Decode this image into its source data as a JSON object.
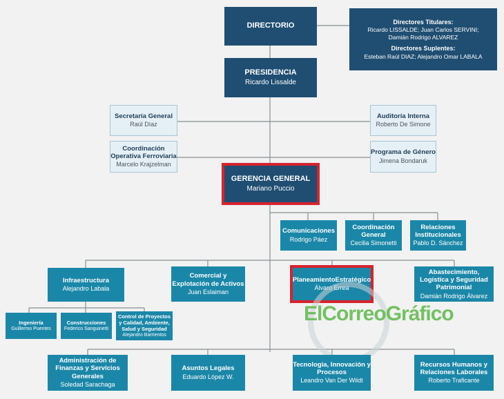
{
  "directorio": {
    "title": "DIRECTORIO",
    "titulares_heading": "Directores Titulares:",
    "titulares_line1": "Ricardo LISSALDE; Juan Carlos SERVINI;",
    "titulares_line2": "Damián Rodrigo ALVAREZ",
    "suplentes_heading": "Directores Suplentes:",
    "suplentes_line": "Esteban Raúl DIAZ; Alejandro Omar LABALA"
  },
  "presidencia": {
    "title": "PRESIDENCIA",
    "name": "Ricardo Lissalde"
  },
  "secretaria": {
    "title": "Secretaría General",
    "name": "Raúl Díaz"
  },
  "coordinacion_operativa": {
    "title": "Coordinación Operativa Ferroviaria",
    "name": "Marcelo Krajzelman"
  },
  "auditoria": {
    "title": "Auditoría Interna",
    "name": "Roberto De Simone"
  },
  "genero": {
    "title": "Programa de Género",
    "name": "Jimena Bondaruk"
  },
  "gerencia": {
    "title": "GERENCIA GENERAL",
    "name": "Mariano Puccio"
  },
  "comunicaciones": {
    "title": "Comunicaciones",
    "name": "Rodrigo Páez"
  },
  "coordinacion_general": {
    "title": "Coordinación General",
    "name": "Cecilia Simonetti"
  },
  "relaciones_inst": {
    "title": "Relaciones Institucionales",
    "name": "Pablo D. Sánchez"
  },
  "infraestructura": {
    "title": "Infraestructura",
    "name": "Alejandro Labala"
  },
  "comercial": {
    "title": "Comercial y Explotación de Activos",
    "name": "Juan Eslaiman"
  },
  "planeamiento": {
    "title": "PlaneamientoEstratégico",
    "name": "Álvaro Errea"
  },
  "abastecimiento": {
    "title": "Abastecimiento, Logística y Seguridad Patrimonial",
    "name": "Damián Rodrigo Álvarez"
  },
  "ingenieria": {
    "title": "Ingeniería",
    "name": "Guillermo Puentes"
  },
  "construcciones": {
    "title": "Construcciones",
    "name": "Federico Sanguinetti"
  },
  "control": {
    "title": "Control de Proyectos y Calidad, Ambiente, Salud y Seguridad",
    "name": "Alejandro Barrientos"
  },
  "administracion": {
    "title": "Administración de Finanzas y Servicios Generales",
    "name": "Soledad Sarachaga"
  },
  "legales": {
    "title": "Asuntos Legales",
    "name": "Eduardo López W."
  },
  "tecnologia": {
    "title": "Tecnología, Innovación y Procesos",
    "name": "Leandro Van Der Wildt"
  },
  "rrhh": {
    "title": "Recursos Humanos y Relaciones Laborales",
    "name": "Roberto Traficante"
  },
  "watermark": "ElCorreoGráfico",
  "colors": {
    "dark": "#1f4e72",
    "teal": "#1b87a8",
    "light": "#e5f0f6",
    "highlight": "#d7232e",
    "line": "#8a8f94"
  }
}
